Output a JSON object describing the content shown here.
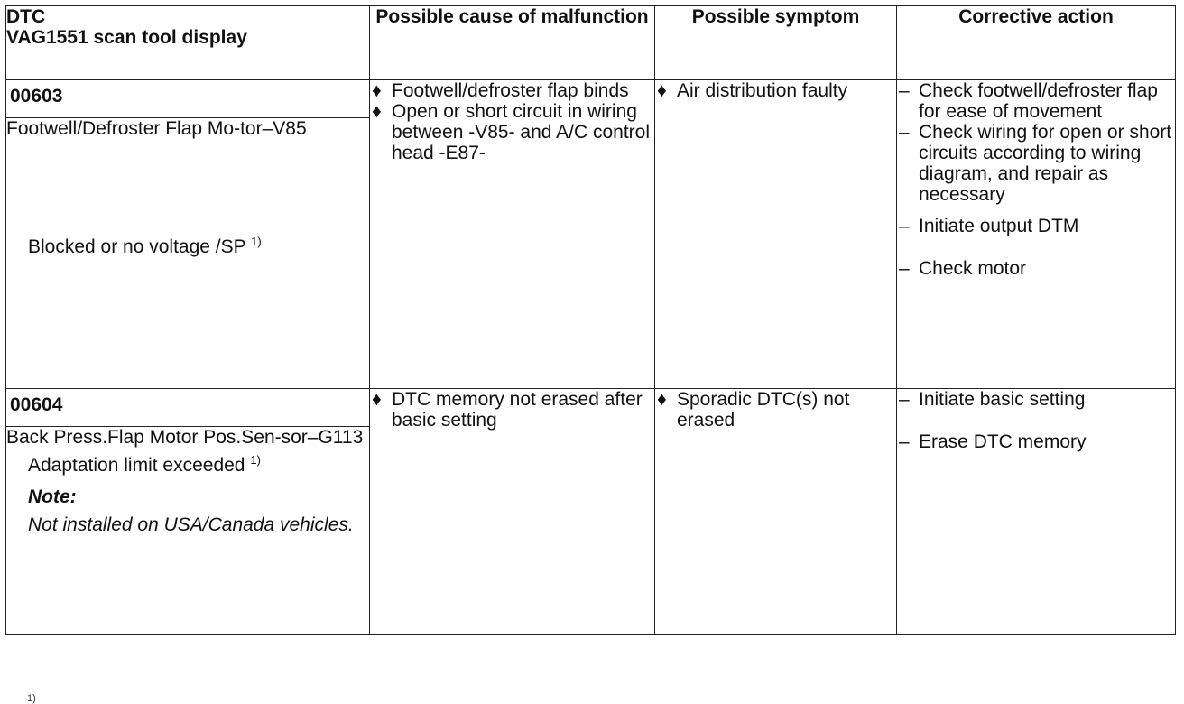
{
  "header": {
    "col1_line1": "DTC",
    "col1_line2": "VAG1551 scan tool display",
    "col2": "Possible cause of malfunction",
    "col3": "Possible symptom",
    "col4": "Corrective action"
  },
  "rows": [
    {
      "code": "00603",
      "component": "Footwell/Defroster Flap Mo-tor–V85",
      "fault": "Blocked or no voltage /SP",
      "fault_sup": "1)",
      "causes": [
        "Footwell/defroster flap binds",
        "Open or short circuit in wiring between -V85- and A/C control head -E87-"
      ],
      "symptoms": [
        "Air distribution faulty"
      ],
      "actions": [
        "Check footwell/defroster flap for ease of movement",
        "Check wiring for open or short circuits according to wiring diagram, and repair as necessary",
        "Initiate output DTM",
        "Check motor"
      ]
    },
    {
      "code": "00604",
      "component": "Back Press.Flap Motor Pos.Sen-sor–G113",
      "fault": "Adaptation limit exceeded",
      "fault_sup": "1)",
      "note_label": "Note:",
      "note_text": "Not installed on USA/Canada vehicles.",
      "causes": [
        "DTC memory not erased after basic setting"
      ],
      "symptoms": [
        "Sporadic DTC(s) not erased"
      ],
      "actions": [
        "Initiate basic setting",
        "Erase DTC memory"
      ]
    }
  ],
  "markers": {
    "cause": "♦",
    "action": "–"
  },
  "footnote_mark": "1)"
}
